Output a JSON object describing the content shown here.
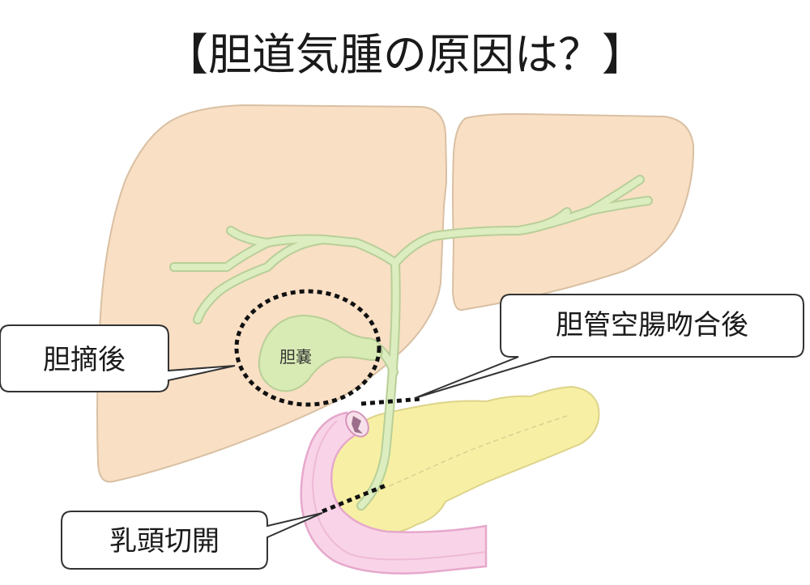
{
  "title": "【胆道気腫の原因は？】",
  "labels": {
    "gallbladder": "胆嚢",
    "cholecystectomy": "胆摘後",
    "biliary_anastomosis": "胆管空腸吻合後",
    "papillotomy": "乳頭切開"
  },
  "colors": {
    "liver": "#f9dfc4",
    "liver_stroke": "#d9c0a3",
    "bile_duct": "#dcedc0",
    "bile_duct_stroke": "#b8cf98",
    "gallbladder": "#d9ebb5",
    "pancreas": "#f7f0a4",
    "pancreas_stroke": "#ddd38a",
    "duodenum": "#f9d4e8",
    "duodenum_stroke": "#e6a8cc",
    "dotted_line": "#111111"
  }
}
